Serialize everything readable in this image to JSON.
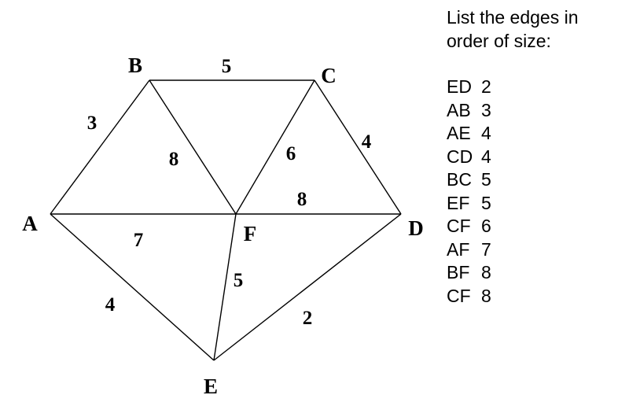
{
  "graph": {
    "nodes": [
      {
        "id": "A",
        "label": "A"
      },
      {
        "id": "B",
        "label": "B"
      },
      {
        "id": "C",
        "label": "C"
      },
      {
        "id": "D",
        "label": "D"
      },
      {
        "id": "E",
        "label": "E"
      },
      {
        "id": "F",
        "label": "F"
      }
    ],
    "edges": [
      {
        "from": "A",
        "to": "B",
        "weight": "3"
      },
      {
        "from": "B",
        "to": "C",
        "weight": "5"
      },
      {
        "from": "C",
        "to": "D",
        "weight": "4"
      },
      {
        "from": "A",
        "to": "F",
        "weight": "7"
      },
      {
        "from": "F",
        "to": "D",
        "weight": "8"
      },
      {
        "from": "B",
        "to": "F",
        "weight": "8"
      },
      {
        "from": "C",
        "to": "F",
        "weight": "6"
      },
      {
        "from": "A",
        "to": "E",
        "weight": "4"
      },
      {
        "from": "E",
        "to": "F",
        "weight": "5"
      },
      {
        "from": "E",
        "to": "D",
        "weight": "2"
      }
    ]
  },
  "panel": {
    "instruction": "List the edges in order of size:",
    "sorted_edges": [
      {
        "edge": "ED",
        "weight": "2"
      },
      {
        "edge": "AB",
        "weight": "3"
      },
      {
        "edge": "AE",
        "weight": "4"
      },
      {
        "edge": "CD",
        "weight": "4"
      },
      {
        "edge": "BC",
        "weight": "5"
      },
      {
        "edge": "EF",
        "weight": "5"
      },
      {
        "edge": "CF",
        "weight": "6"
      },
      {
        "edge": "AF",
        "weight": "7"
      },
      {
        "edge": "BF",
        "weight": "8"
      },
      {
        "edge": "CF",
        "weight": "8"
      }
    ]
  }
}
